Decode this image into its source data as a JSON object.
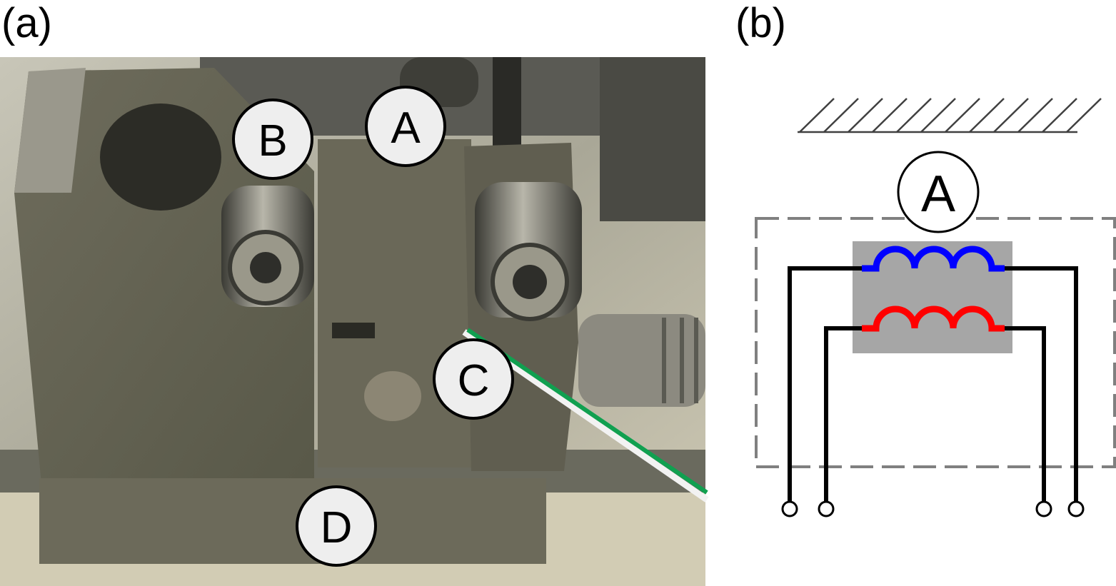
{
  "panels": {
    "a": {
      "label": "(a)",
      "description": "photo of sensor assembly",
      "callouts": [
        {
          "id": "A",
          "text": "A"
        },
        {
          "id": "B",
          "text": "B"
        },
        {
          "id": "C",
          "text": "C"
        },
        {
          "id": "D",
          "text": "D"
        }
      ],
      "colors": {
        "wire_green": "#10a050",
        "wire_white": "#f0f0f0",
        "callout_fill": "#eeeeee"
      }
    },
    "b": {
      "label": "(b)",
      "callout": "A",
      "description": "schematic of two coils inside dashed enclosure with ground hatching",
      "colors": {
        "coil_primary": "#0000ff",
        "coil_secondary": "#ff0000",
        "core_fill": "#a6a6a6",
        "enclosure_dash": "#808080",
        "wire": "#000000",
        "ground": "#404040"
      },
      "terminals": 4
    }
  }
}
